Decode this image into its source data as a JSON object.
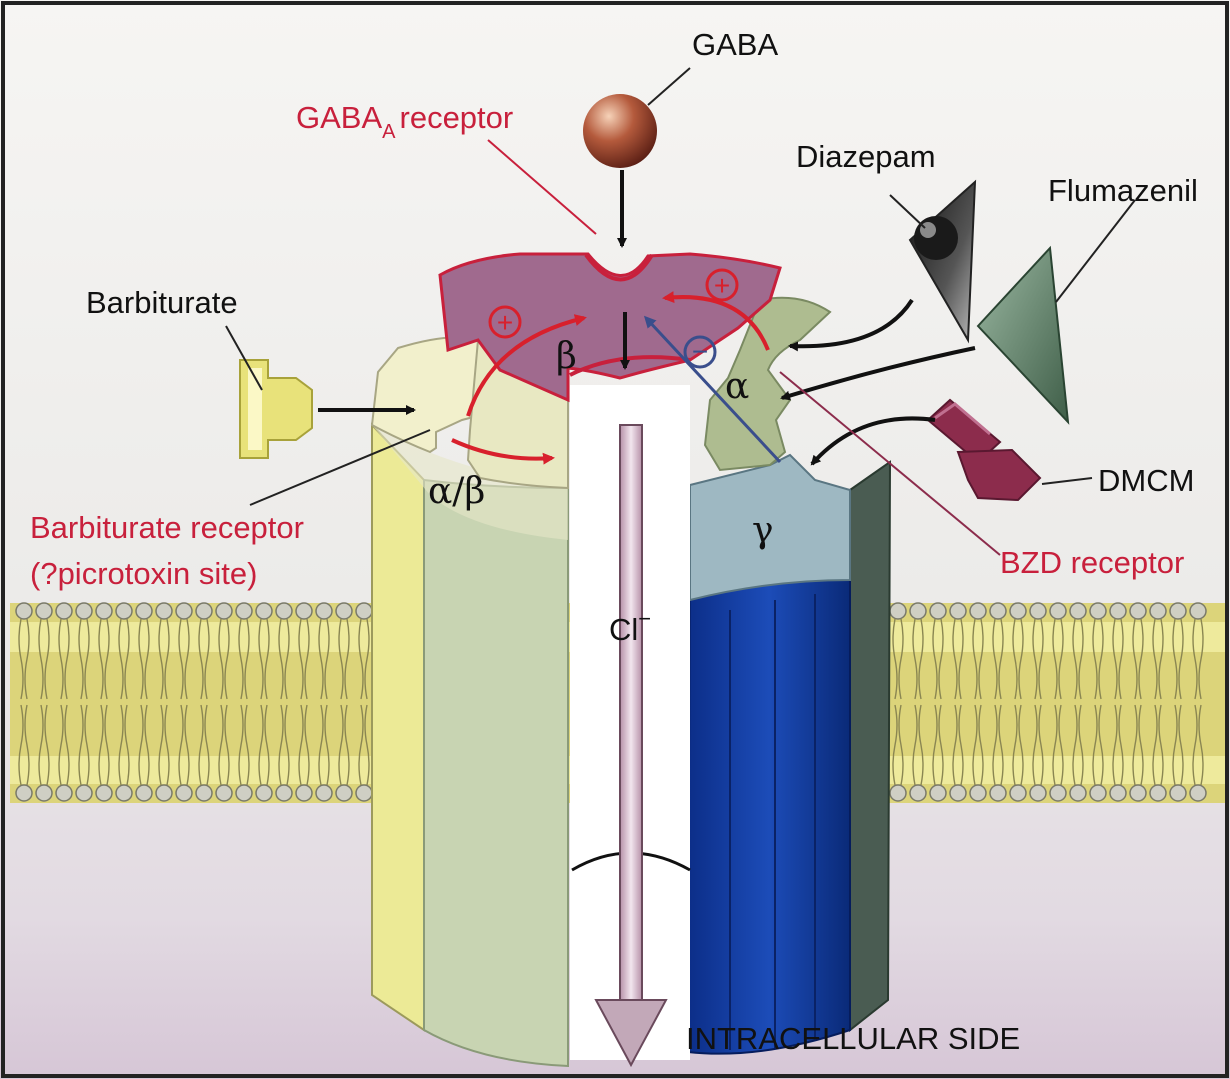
{
  "labels": {
    "gaba": "GABA",
    "gaba_a_receptor_main": "GABA",
    "gaba_a_receptor_sub": "A",
    "gaba_a_receptor_tail": "receptor",
    "diazepam": "Diazepam",
    "flumazenil": "Flumazenil",
    "barbiturate": "Barbiturate",
    "barbiturate_receptor_line1": "Barbiturate receptor",
    "barbiturate_receptor_line2": "(?picrotoxin site)",
    "dmcm": "DMCM",
    "bzd_receptor": "BZD receptor",
    "chloride_main": "Cl",
    "chloride_sup": "−",
    "intracellular": "INTRACELLULAR SIDE"
  },
  "subunits": {
    "beta": "β",
    "alpha": "α",
    "alpha_beta": "α/β",
    "gamma": "γ"
  },
  "signs": {
    "plus": "+",
    "minus": "−"
  },
  "colors": {
    "label_red": "#c8203c",
    "beta_subunit": "#a06a8e",
    "gamma_subunit": "#123c9e",
    "barbiturate_ligand": "#e8e27a",
    "flumazenil_ligand": "#6d8c74",
    "dmcm_ligand": "#8c2c4c",
    "membrane": "#d8d070"
  }
}
